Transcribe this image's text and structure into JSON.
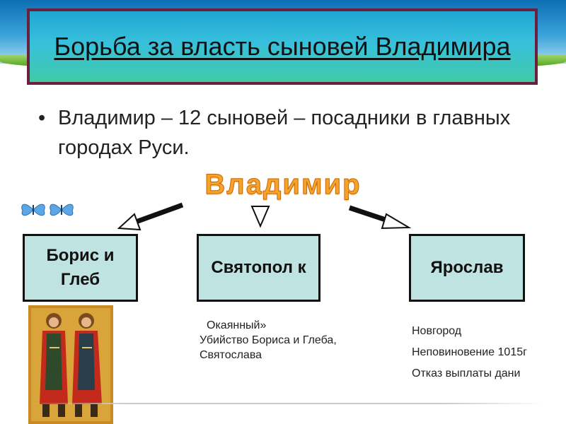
{
  "title": "Борьба за власть сыновей Владимира",
  "bullet": "Владимир – 12 сыновей – посадники в главных городах Руси.",
  "root_label": "Владимир",
  "sons": [
    {
      "label": "Борис и Глеб"
    },
    {
      "label": "Святопол к"
    },
    {
      "label": "Ярослав"
    }
  ],
  "notes": {
    "svyatopolk": [
      "Окаянный»",
      "Убийство Бориса и Глеба,",
      "Святослава"
    ],
    "yaroslav": [
      "Новгород",
      "Неповиновение 1015г",
      "Отказ выплаты дани"
    ]
  },
  "images": {
    "icon": "boris-and-gleb-icon",
    "decoration": "butterflies-icon"
  },
  "colors": {
    "title_border": "#6a1f3c",
    "title_bg": "#38c0dc",
    "box_bg": "#bfe3e0",
    "root_label": "#f6a32a"
  }
}
